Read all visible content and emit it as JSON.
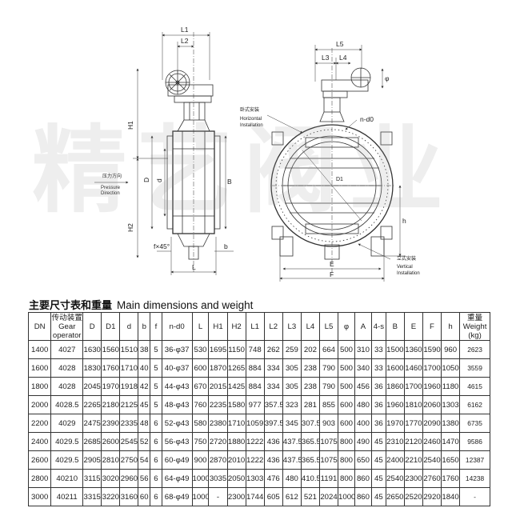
{
  "watermark": "精艺阀业",
  "drawing": {
    "left_view": {
      "dims": [
        "L1",
        "L2",
        "H1",
        "H2",
        "D",
        "d",
        "B",
        "L",
        "b",
        "f×45°"
      ],
      "pressure_label_zh": "压力方向",
      "pressure_label_en": [
        "Pressure",
        "Direction"
      ]
    },
    "right_view": {
      "dims": [
        "L5",
        "L3",
        "L4",
        "φ",
        "n-d0",
        "D1",
        "E",
        "F",
        "h"
      ],
      "horizontal_zh": "卧式安装",
      "horizontal_en": [
        "Horizontal",
        "Installation"
      ],
      "vertical_zh": "立式安装",
      "vertical_en": [
        "Vertical",
        "Installation"
      ]
    }
  },
  "table": {
    "title_zh": "主要尺寸表和重量",
    "title_en": "Main dimensions and weight",
    "headers": [
      [
        "DN"
      ],
      [
        "传动装置",
        "Gear",
        "operator"
      ],
      [
        "D"
      ],
      [
        "D1"
      ],
      [
        "d"
      ],
      [
        "b"
      ],
      [
        "f"
      ],
      [
        "n-d0"
      ],
      [
        "L"
      ],
      [
        "H1"
      ],
      [
        "H2"
      ],
      [
        "L1"
      ],
      [
        "L2"
      ],
      [
        "L3"
      ],
      [
        "L4"
      ],
      [
        "L5"
      ],
      [
        "φ"
      ],
      [
        "A"
      ],
      [
        "4-s"
      ],
      [
        "B"
      ],
      [
        "E"
      ],
      [
        "F"
      ],
      [
        "h"
      ],
      [
        "重量",
        "Weight",
        "(kg)"
      ]
    ],
    "rows": [
      [
        "1400",
        "4027",
        "1630",
        "1560",
        "1510",
        "38",
        "5",
        "36-φ37",
        "530",
        "1695",
        "1150",
        "748",
        "262",
        "259",
        "202",
        "664",
        "500",
        "310",
        "33",
        "1500",
        "1360",
        "1590",
        "960",
        "2623"
      ],
      [
        "1600",
        "4028",
        "1830",
        "1760",
        "1710",
        "40",
        "5",
        "40-φ37",
        "600",
        "1870",
        "1265",
        "884",
        "334",
        "305",
        "238",
        "790",
        "500",
        "340",
        "33",
        "1600",
        "1460",
        "1700",
        "1050",
        "3559"
      ],
      [
        "1800",
        "4028",
        "2045",
        "1970",
        "1918",
        "42",
        "5",
        "44-φ43",
        "670",
        "2015",
        "1425",
        "884",
        "334",
        "305",
        "238",
        "790",
        "500",
        "456",
        "36",
        "1860",
        "1700",
        "1960",
        "1180",
        "4615"
      ],
      [
        "2000",
        "4028.5",
        "2265",
        "2180",
        "2125",
        "45",
        "5",
        "48-φ43",
        "760",
        "2235",
        "1580",
        "977",
        "357.5",
        "323",
        "281",
        "855",
        "600",
        "480",
        "36",
        "1960",
        "1810",
        "2060",
        "1303",
        "6162"
      ],
      [
        "2200",
        "4029",
        "2475",
        "2390",
        "2335",
        "48",
        "6",
        "52-φ43",
        "580",
        "2380",
        "1710",
        "1059",
        "397.5",
        "345",
        "307.5",
        "903",
        "600",
        "400",
        "36",
        "1970",
        "1770",
        "2090",
        "1380",
        "6735"
      ],
      [
        "2400",
        "4029.5",
        "2685",
        "2600",
        "2545",
        "52",
        "6",
        "56-φ43",
        "750",
        "2720",
        "1880",
        "1222",
        "436",
        "437.5",
        "365.5",
        "1075",
        "800",
        "490",
        "45",
        "2310",
        "2120",
        "2460",
        "1470",
        "9586"
      ],
      [
        "2600",
        "4029.5",
        "2905",
        "2810",
        "2750",
        "54",
        "6",
        "60-φ49",
        "900",
        "2870",
        "2010",
        "1222",
        "436",
        "437.5",
        "365.5",
        "1075",
        "800",
        "650",
        "45",
        "2400",
        "2210",
        "2540",
        "1650",
        "12387"
      ],
      [
        "2800",
        "40210",
        "3115",
        "3020",
        "2960",
        "56",
        "6",
        "64-φ49",
        "1000",
        "3035",
        "2050",
        "1303",
        "476",
        "480",
        "410.5",
        "1191",
        "800",
        "860",
        "45",
        "2540",
        "2300",
        "2760",
        "1760",
        "14238"
      ],
      [
        "3000",
        "40211",
        "3315",
        "3220",
        "3160",
        "60",
        "6",
        "68-φ49",
        "1000",
        "-",
        "2300",
        "1744",
        "605",
        "612",
        "521",
        "2024",
        "1000",
        "860",
        "45",
        "2650",
        "2520",
        "2920",
        "1840",
        "-"
      ]
    ]
  }
}
